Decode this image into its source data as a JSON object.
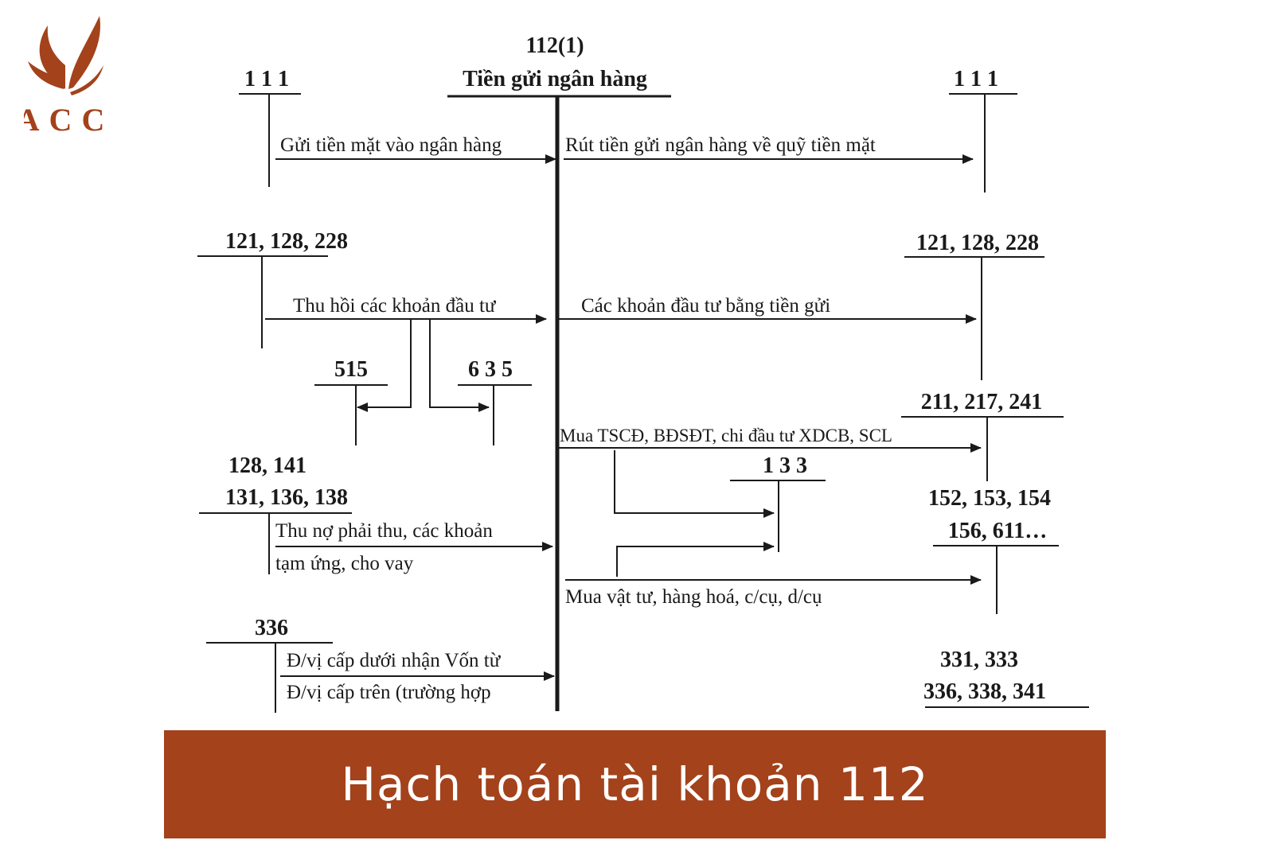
{
  "brand": {
    "logo_text": "ACC",
    "color": "#a3421b"
  },
  "banner": {
    "title": "Hạch toán tài khoản 112"
  },
  "diagram": {
    "center_account": {
      "code": "112(1)",
      "name": "Tiền gửi ngân hàng"
    },
    "left_accounts": {
      "cash": "1 1 1",
      "investments": "121, 128, 228",
      "income": "515",
      "expense": "6 3 5",
      "receivables_line1": "128, 141",
      "receivables_line2": "131, 136, 138",
      "capital": "336"
    },
    "right_accounts": {
      "cash": "1 1 1",
      "investments": "121, 128, 228",
      "fixed_assets": "211, 217, 241",
      "vat": "1 3 3",
      "inventory_line1": "152, 153, 154",
      "inventory_line2": "156, 611…",
      "payables_line1": "331, 333",
      "payables_line2": "336, 338, 341"
    },
    "flows": {
      "deposit_cash": "Gửi tiền mặt vào ngân hàng",
      "withdraw_cash": "Rút tiền gửi ngân hàng về quỹ tiền mặt",
      "recover_investments": "Thu hồi các khoản đầu tư",
      "invest_deposits": "Các khoản đầu tư bằng tiền gửi",
      "buy_fixed_assets": "Mua TSCĐ, BĐSĐT, chi đầu tư XDCB, SCL",
      "collect_receivables_line1": "Thu nợ phải thu, các khoản",
      "collect_receivables_line2": "tạm ứng, cho vay",
      "buy_materials": "Mua vật tư, hàng hoá, c/cụ, d/cụ",
      "receive_capital_line1": "Đ/vị cấp dưới nhận Vốn từ",
      "receive_capital_line2": "Đ/vị cấp trên (trường hợp"
    }
  }
}
